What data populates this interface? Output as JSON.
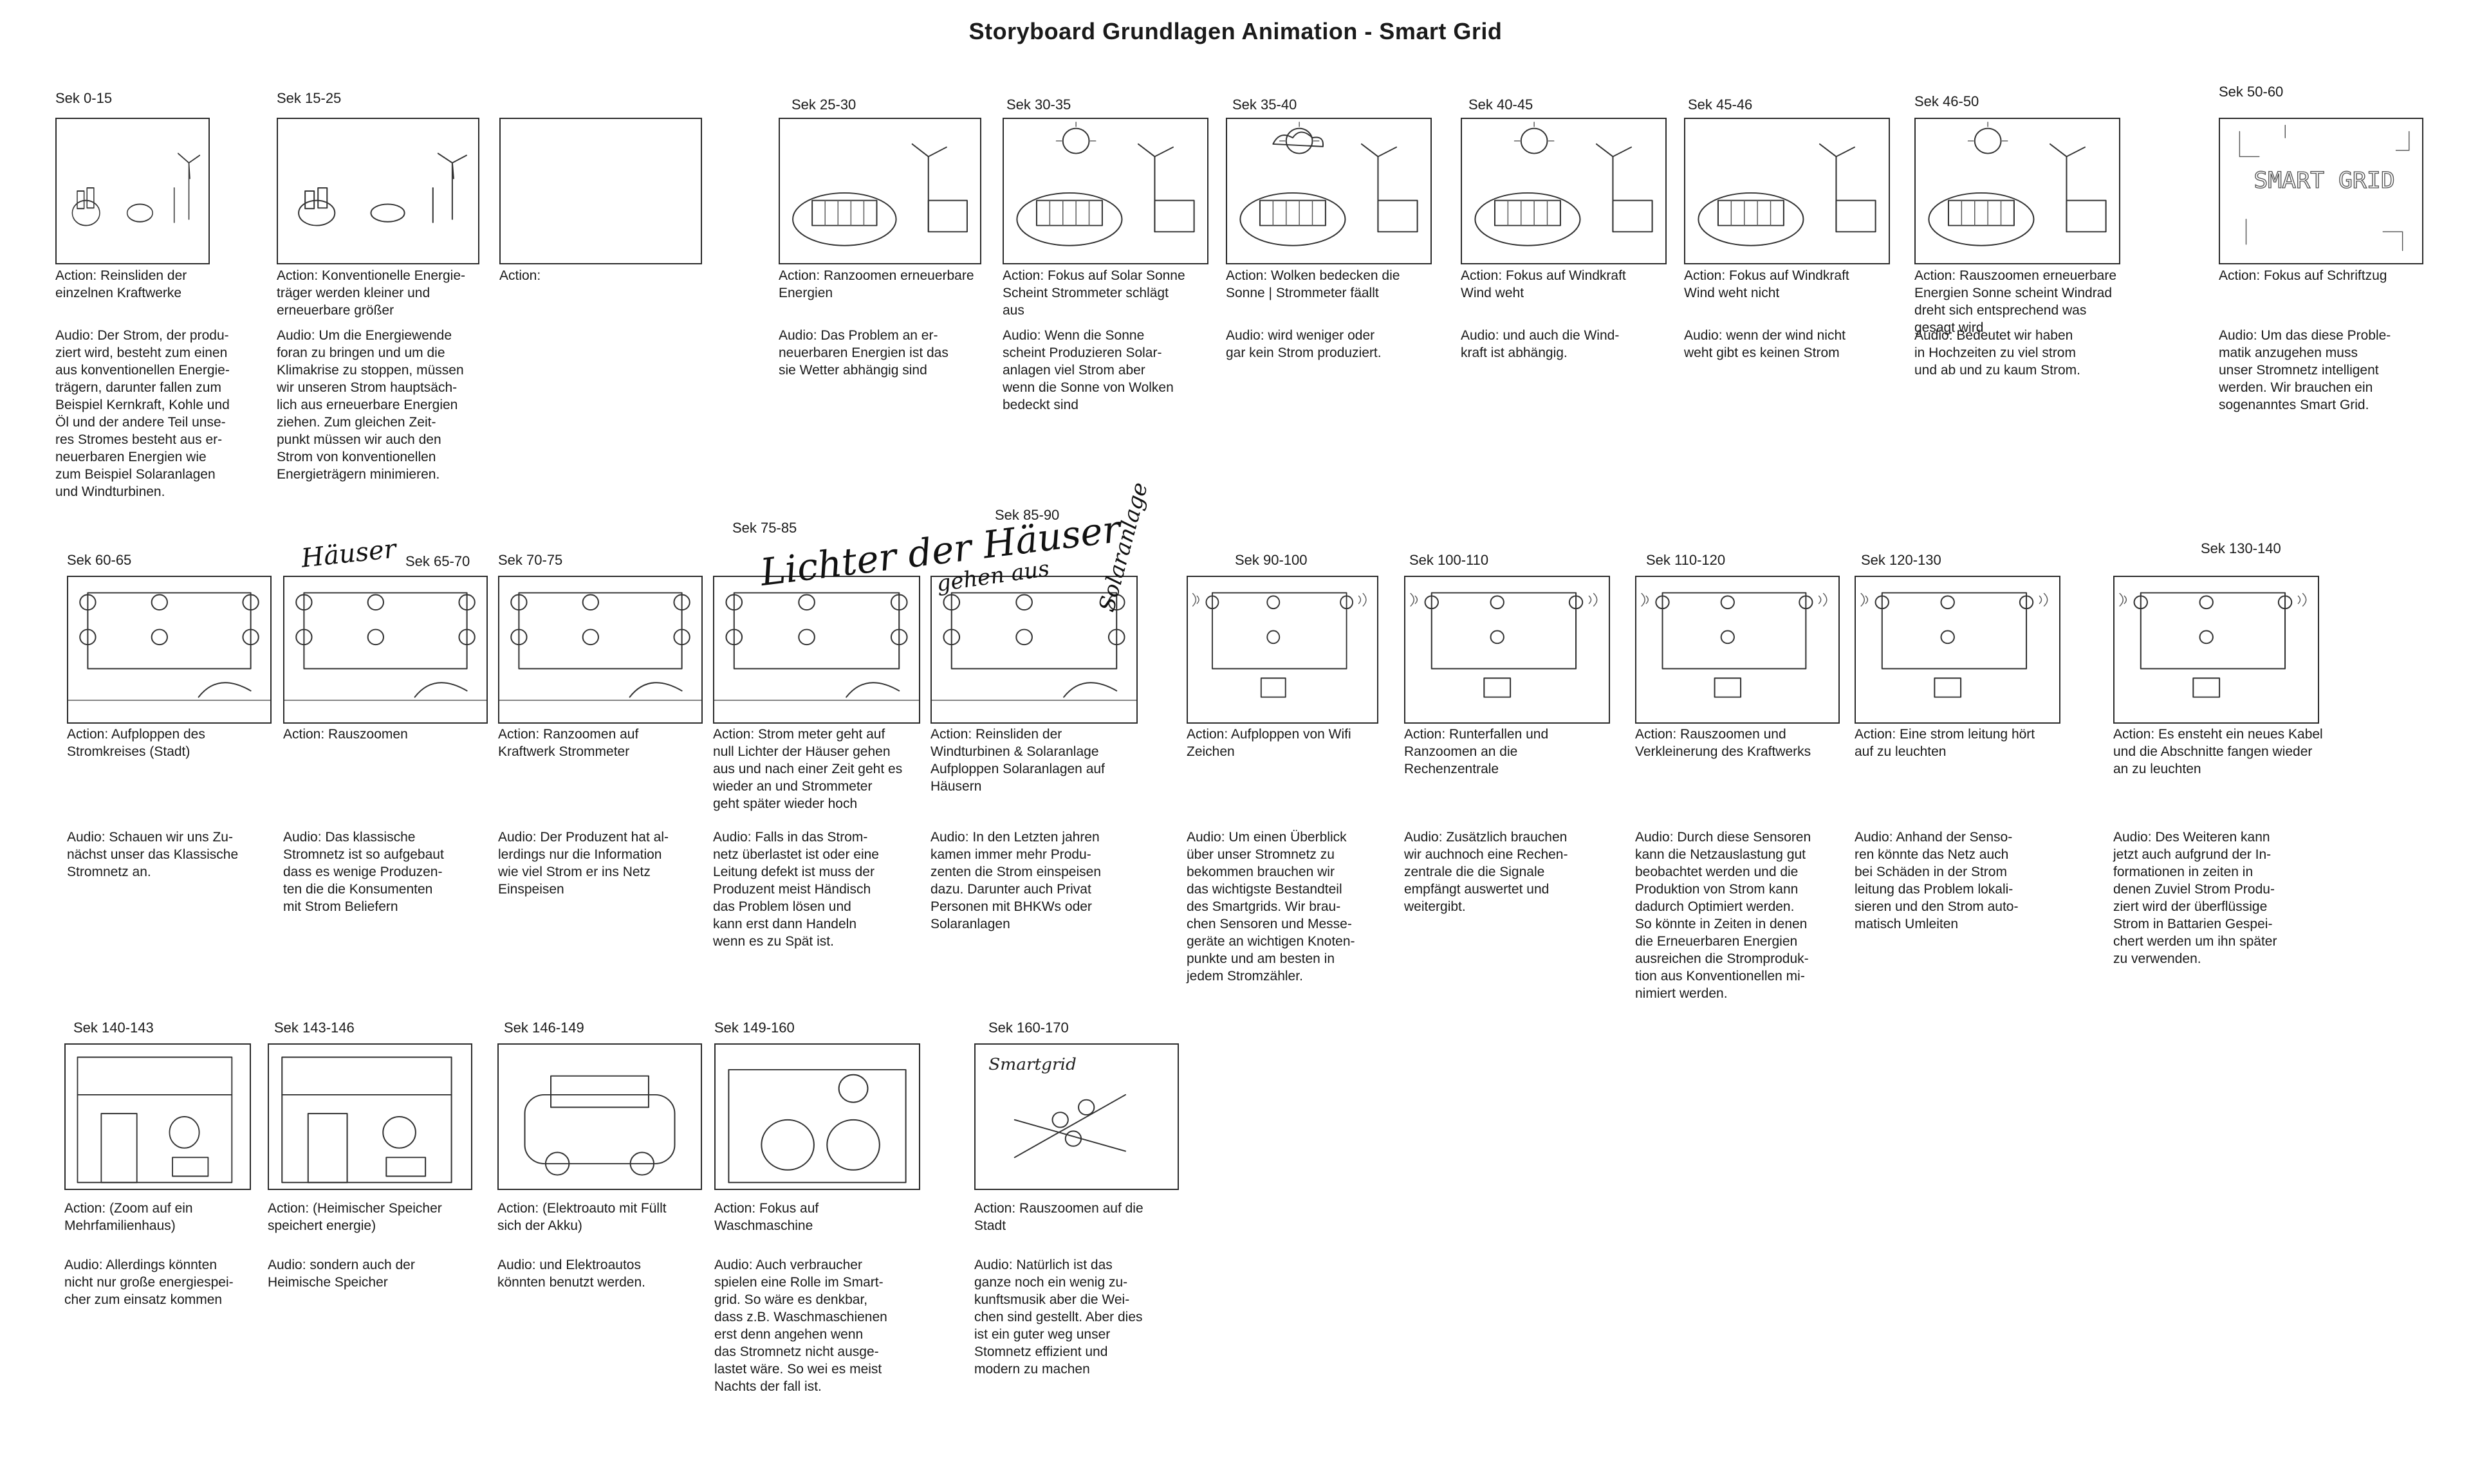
{
  "title": "Storyboard Grundlagen Animation - Smart Grid",
  "handwriting": {
    "haeuser": "Häuser",
    "lichter": "Lichter der Häuser",
    "gehen_aus": "gehen aus",
    "solaranlage": "Solaranlage",
    "smart_grid": "SMART GRID",
    "smartgrid_small": "Smartgrid"
  },
  "row1": [
    {
      "sek": "Sek 0-15",
      "action": "Action: Reinsliden der\neinzelnen Kraftwerke",
      "audio": "Audio: Der Strom, der produ-\nziert wird, besteht zum einen\naus konventionellen Energie-\nträgern, darunter fallen zum\nBeispiel Kernkraft, Kohle und\nÖl und der andere Teil unse-\nres Stromes besteht aus er-\nneuerbaren Energien wie\nzum Beispiel Solaranlagen\nund Windturbinen."
    },
    {
      "sek": "Sek 15-25",
      "action": "Action: Konventionelle Energie-\nträger werden kleiner und\nerneuerbare größer",
      "audio": "Audio: Um die Energiewende\nforan zu bringen und um die\nKlimakrise zu stoppen, müssen\nwir unseren Strom hauptsäch-\nlich aus erneuerbare Energien\nziehen. Zum gleichen Zeit-\npunkt müssen wir auch den\nStrom von konventionellen\nEnergieträgern minimieren."
    },
    {
      "sek": "",
      "action": "Action:",
      "audio": ""
    },
    {
      "sek": "Sek 25-30",
      "action": "Action: Ranzoomen erneuerbare\nEnergien",
      "audio": "Audio: Das Problem an er-\nneuerbaren Energien ist das\nsie Wetter abhängig sind"
    },
    {
      "sek": "Sek 30-35",
      "action": "Action: Fokus auf Solar Sonne\nScheint Strommeter schlägt\naus",
      "audio": "Audio: Wenn die Sonne\nscheint Produzieren Solar-\nanlagen viel Strom aber\nwenn die Sonne von Wolken\nbedeckt sind"
    },
    {
      "sek": "Sek 35-40",
      "action": "Action: Wolken bedecken die\nSonne | Strommeter fäallt",
      "audio": "Audio: wird weniger oder\ngar kein Strom produziert."
    },
    {
      "sek": "Sek 40-45",
      "action": "Action: Fokus auf Windkraft\nWind weht",
      "audio": "Audio: und auch die Wind-\nkraft ist abhängig."
    },
    {
      "sek": "Sek 45-46",
      "action": "Action: Fokus auf Windkraft\nWind weht nicht",
      "audio": "Audio: wenn der wind nicht\nweht gibt es keinen Strom"
    },
    {
      "sek": "Sek 46-50",
      "action": "Action: Rauszoomen erneuerbare\nEnergien Sonne scheint Windrad\ndreht sich entsprechend was\ngesagt wird",
      "audio": "Audio: Bedeutet wir haben\nin Hochzeiten zu viel strom\nund ab und zu kaum Strom."
    },
    {
      "sek": "Sek 50-60",
      "action": "Action: Fokus auf Schriftzug",
      "audio": "Audio: Um das diese Proble-\nmatik anzugehen muss\nunser Stromnetz intelligent\nwerden. Wir brauchen ein\nsogenanntes Smart Grid."
    }
  ],
  "row2": [
    {
      "sek": "Sek 60-65",
      "action": "Action: Aufploppen des\nStromkreises (Stadt)",
      "audio": "Audio: Schauen wir uns Zu-\nnächst unser das Klassische\nStromnetz an."
    },
    {
      "sek": "Sek 65-70",
      "action": "Action: Rauszoomen",
      "audio": "Audio: Das klassische\nStromnetz ist so aufgebaut\ndass es wenige Produzen-\nten die die Konsumenten\nmit Strom Beliefern"
    },
    {
      "sek": "Sek 70-75",
      "action": "Action: Ranzoomen auf\nKraftwerk Strommeter",
      "audio": "Audio: Der Produzent hat al-\nlerdings nur die Information\nwie viel Strom er ins Netz\nEinspeisen"
    },
    {
      "sek": "Sek 75-85",
      "action": "Action: Strom meter geht auf\nnull Lichter der Häuser gehen\naus und nach einer Zeit geht es\nwieder an und Strommeter\ngeht später wieder hoch",
      "audio": "Audio: Falls in das Strom-\nnetz überlastet ist oder eine\nLeitung defekt ist muss der\nProduzent meist Händisch\ndas Problem lösen und\nkann erst dann Handeln\nwenn es zu Spät ist."
    },
    {
      "sek": "Sek 85-90",
      "action": "Action: Reinsliden der\nWindturbinen & Solaranlage\nAufploppen Solaranlagen auf\nHäusern",
      "audio": "Audio: In den Letzten jahren\nkamen immer mehr Produ-\nzenten die Strom einspeisen\ndazu. Darunter auch Privat\nPersonen mit BHKWs oder\nSolaranlagen"
    },
    {
      "sek": "Sek 90-100",
      "action": "Action: Aufploppen von Wifi\nZeichen",
      "audio": "Audio: Um einen Überblick\nüber unser Stromnetz zu\nbekommen brauchen wir\ndas wichtigste Bestandteil\ndes Smartgrids. Wir brau-\nchen Sensoren und Messe-\ngeräte an wichtigen Knoten-\npunkte und am besten in\njedem Stromzähler."
    },
    {
      "sek": "Sek 100-110",
      "action": "Action: Runterfallen und\nRanzoomen an die\nRechenzentrale",
      "audio": "Audio: Zusätzlich brauchen\nwir auchnoch eine Rechen-\nzentrale die die Signale\nempfängt auswertet und\nweitergibt."
    },
    {
      "sek": "Sek 110-120",
      "action": "Action: Rauszoomen und\nVerkleinerung des Kraftwerks",
      "audio": "Audio: Durch diese Sensoren\nkann die Netzauslastung gut\nbeobachtet werden und die\nProduktion von Strom kann\ndadurch Optimiert werden.\nSo könnte in Zeiten in denen\ndie Erneuerbaren Energien\nausreichen die Stromproduk-\ntion aus Konventionellen mi-\nnimiert werden."
    },
    {
      "sek": "Sek 120-130",
      "action": "Action: Eine strom leitung hört\nauf zu leuchten",
      "audio": "Audio: Anhand der Senso-\nren könnte das Netz auch\nbei Schäden in der Strom\nleitung das Problem lokali-\nsieren und den Strom auto-\nmatisch Umleiten"
    },
    {
      "sek": "Sek 130-140",
      "action": "Action: Es ensteht ein neues Kabel\nund die Abschnitte fangen wieder\nan zu leuchten",
      "audio": "Audio: Des Weiteren kann\njetzt auch aufgrund der In-\nformationen in zeiten in\ndenen Zuviel Strom Produ-\nziert wird der überflüssige\nStrom in Battarien Gespei-\nchert werden um ihn später\nzu verwenden."
    }
  ],
  "row3": [
    {
      "sek": "Sek 140-143",
      "action": "Action: (Zoom auf ein\nMehrfamilienhaus)",
      "audio": "Audio: Allerdings könnten\nnicht nur große energiespei-\ncher zum einsatz kommen"
    },
    {
      "sek": "Sek 143-146",
      "action": "Action: (Heimischer Speicher\nspeichert energie)",
      "audio": "Audio: sondern auch der\nHeimische Speicher"
    },
    {
      "sek": "Sek 146-149",
      "action": "Action: (Elektroauto mit Füllt\nsich der Akku)",
      "audio": "Audio: und Elektroautos\nkönnten benutzt werden."
    },
    {
      "sek": "Sek 149-160",
      "action": "Action: Fokus auf\nWaschmaschine",
      "audio": "Audio: Auch verbraucher\nspielen eine Rolle im Smart-\ngrid. So wäre es denkbar,\ndass z.B. Waschmaschienen\nerst denn angehen wenn\ndas Stromnetz nicht ausge-\nlastet wäre. So wei es meist\nNachts der fall ist."
    },
    {
      "sek": "Sek 160-170",
      "action": "Action: Rauszoomen auf die\nStadt",
      "audio": "Audio: Natürlich ist das\nganze noch ein wenig zu-\nkunftsmusik aber die Wei-\nchen sind gestellt. Aber dies\nist ein guter weg unser\nStomnetz effizient und\nmodern zu machen"
    }
  ]
}
